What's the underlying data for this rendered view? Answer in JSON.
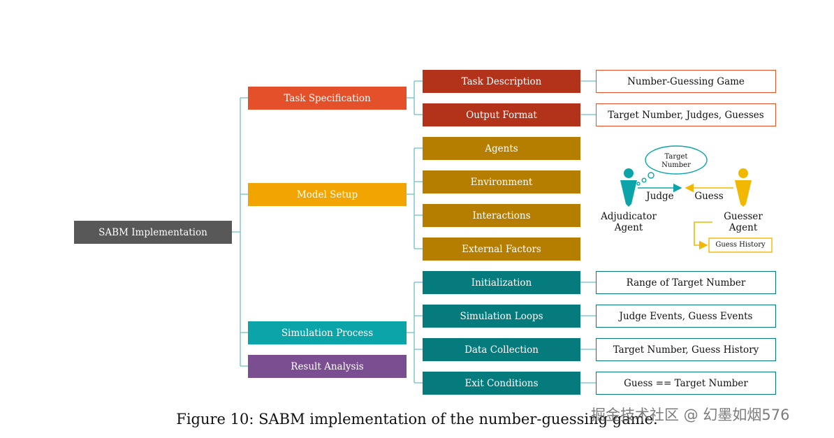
{
  "root": {
    "label": "SABM Implementation",
    "color": "#585858"
  },
  "categories": [
    {
      "label": "Task Specification",
      "color": "#E4502A"
    },
    {
      "label": "Model Setup",
      "color": "#F2A400"
    },
    {
      "label": "Simulation Process",
      "color": "#0BA5A9"
    },
    {
      "label": "Result Analysis",
      "color": "#7B4E92"
    }
  ],
  "task": {
    "color": "#B3321A",
    "border": "#E4502A",
    "items": [
      {
        "label": "Task Description",
        "detail": "Number-Guessing Game"
      },
      {
        "label": "Output Format",
        "detail": "Target Number, Judges, Guesses"
      }
    ]
  },
  "model": {
    "color": "#B57E00",
    "items": [
      "Agents",
      "Environment",
      "Interactions",
      "External Factors"
    ]
  },
  "simulation": {
    "color": "#067B7E",
    "border": "#067B7E",
    "items": [
      {
        "label": "Initialization",
        "detail": "Range of Target Number"
      },
      {
        "label": "Simulation Loops",
        "detail": "Judge Events, Guess Events"
      },
      {
        "label": "Data Collection",
        "detail": "Target Number, Guess History"
      },
      {
        "label": "Exit Conditions",
        "detail": "Guess == Target Number"
      }
    ]
  },
  "illustration": {
    "cloud_line1": "Target",
    "cloud_line2": "Number",
    "judge": "Judge",
    "guess": "Guess",
    "adjudicator_line1": "Adjudicator",
    "adjudicator_line2": "Agent",
    "guesser_line1": "Guesser",
    "guesser_line2": "Agent",
    "history": "Guess History",
    "adjudicator_color": "#0BA5A9",
    "guesser_color": "#F2B800"
  },
  "caption": "Figure 10: SABM implementation of the number-guessing game.",
  "watermark": "掘金技术社区 @ 幻墨如烟576"
}
